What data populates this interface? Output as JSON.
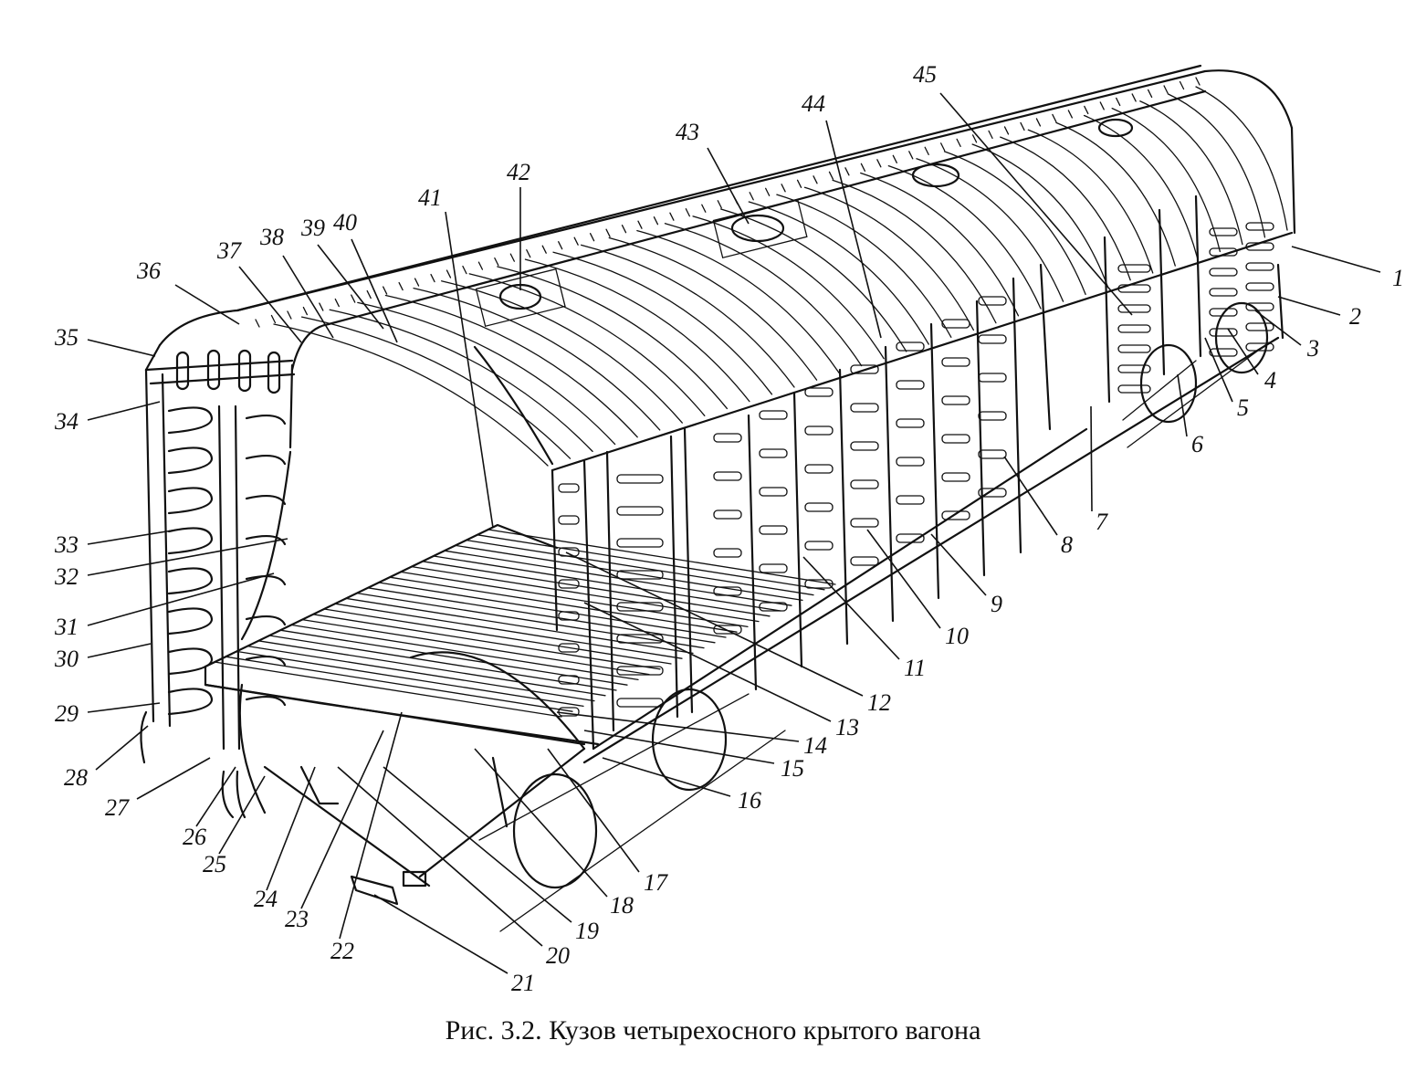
{
  "caption": "Рис. 3.2. Кузов четырехосного крытого вагона",
  "callouts": [
    "1",
    "2",
    "3",
    "4",
    "5",
    "6",
    "7",
    "8",
    "9",
    "10",
    "11",
    "12",
    "13",
    "14",
    "15",
    "16",
    "17",
    "18",
    "19",
    "20",
    "21",
    "22",
    "23",
    "24",
    "25",
    "26",
    "27",
    "28",
    "29",
    "30",
    "31",
    "32",
    "33",
    "34",
    "35",
    "36",
    "37",
    "38",
    "39",
    "40",
    "41",
    "42",
    "43",
    "44",
    "45"
  ],
  "colors": {
    "ink": "#111111",
    "paper": "#ffffff"
  }
}
